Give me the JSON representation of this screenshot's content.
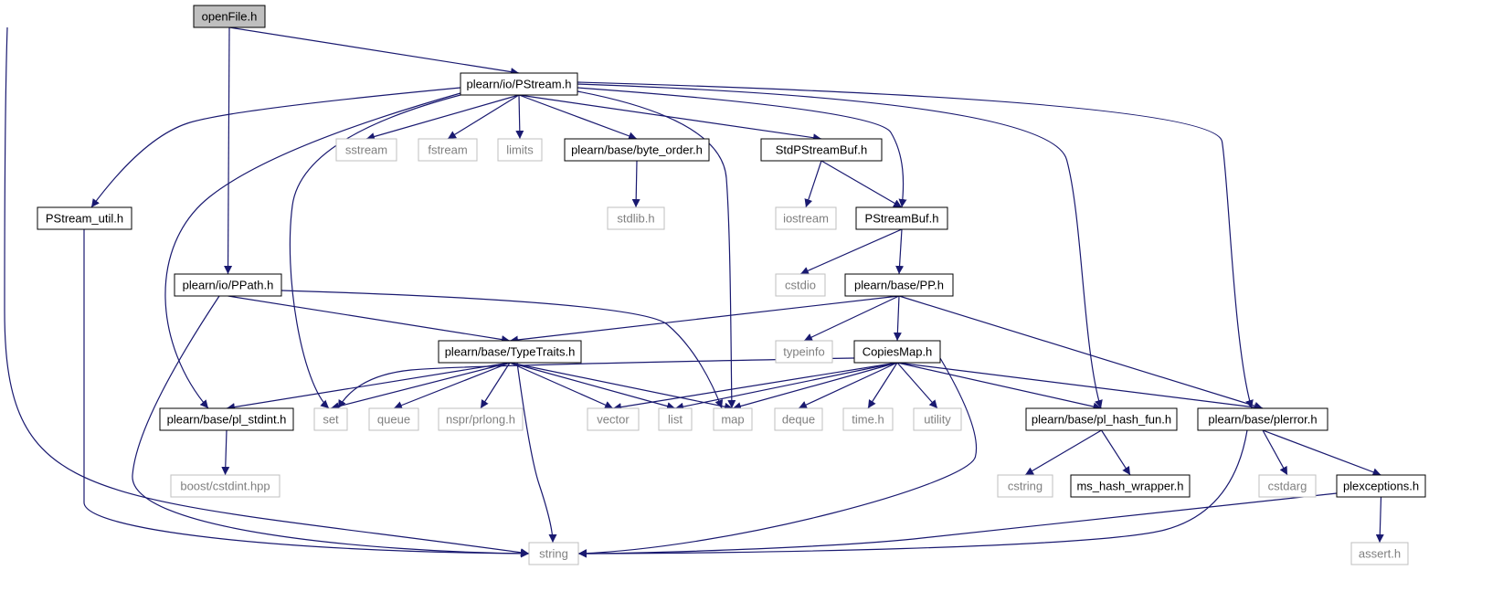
{
  "colors": {
    "edge": "#191970",
    "root_fill": "#bfbfbf",
    "project_border": "#000000",
    "external_border": "#bfbfbf",
    "external_text": "#7f7f7f"
  },
  "nodes": [
    {
      "id": "openFile",
      "label": "openFile.h",
      "kind": "root"
    },
    {
      "id": "PStream",
      "label": "plearn/io/PStream.h",
      "kind": "project"
    },
    {
      "id": "sstream",
      "label": "sstream",
      "kind": "external"
    },
    {
      "id": "fstream",
      "label": "fstream",
      "kind": "external"
    },
    {
      "id": "limits",
      "label": "limits",
      "kind": "external"
    },
    {
      "id": "byte_order",
      "label": "plearn/base/byte_order.h",
      "kind": "project"
    },
    {
      "id": "StdPStreamBuf",
      "label": "StdPStreamBuf.h",
      "kind": "project"
    },
    {
      "id": "stdlib",
      "label": "stdlib.h",
      "kind": "external"
    },
    {
      "id": "iostream",
      "label": "iostream",
      "kind": "external"
    },
    {
      "id": "PStreamBuf",
      "label": "PStreamBuf.h",
      "kind": "project"
    },
    {
      "id": "PStream_util",
      "label": "PStream_util.h",
      "kind": "project"
    },
    {
      "id": "PPath",
      "label": "plearn/io/PPath.h",
      "kind": "project"
    },
    {
      "id": "cstdio",
      "label": "cstdio",
      "kind": "external"
    },
    {
      "id": "PP",
      "label": "plearn/base/PP.h",
      "kind": "project"
    },
    {
      "id": "TypeTraits",
      "label": "plearn/base/TypeTraits.h",
      "kind": "project"
    },
    {
      "id": "typeinfo",
      "label": "typeinfo",
      "kind": "external"
    },
    {
      "id": "CopiesMap",
      "label": "CopiesMap.h",
      "kind": "project"
    },
    {
      "id": "pl_stdint",
      "label": "plearn/base/pl_stdint.h",
      "kind": "project"
    },
    {
      "id": "set",
      "label": "set",
      "kind": "external"
    },
    {
      "id": "queue",
      "label": "queue",
      "kind": "external"
    },
    {
      "id": "prlong",
      "label": "nspr/prlong.h",
      "kind": "external"
    },
    {
      "id": "vector",
      "label": "vector",
      "kind": "external"
    },
    {
      "id": "list",
      "label": "list",
      "kind": "external"
    },
    {
      "id": "map",
      "label": "map",
      "kind": "external"
    },
    {
      "id": "deque",
      "label": "deque",
      "kind": "external"
    },
    {
      "id": "time",
      "label": "time.h",
      "kind": "external"
    },
    {
      "id": "utility",
      "label": "utility",
      "kind": "external"
    },
    {
      "id": "pl_hash_fun",
      "label": "plearn/base/pl_hash_fun.h",
      "kind": "project"
    },
    {
      "id": "plerror",
      "label": "plearn/base/plerror.h",
      "kind": "project"
    },
    {
      "id": "cstdint",
      "label": "boost/cstdint.hpp",
      "kind": "external"
    },
    {
      "id": "cstring",
      "label": "cstring",
      "kind": "external"
    },
    {
      "id": "ms_hash_wrapper",
      "label": "ms_hash_wrapper.h",
      "kind": "project"
    },
    {
      "id": "cstdarg",
      "label": "cstdarg",
      "kind": "external"
    },
    {
      "id": "plexceptions",
      "label": "plexceptions.h",
      "kind": "project"
    },
    {
      "id": "string",
      "label": "string",
      "kind": "external"
    },
    {
      "id": "assert",
      "label": "assert.h",
      "kind": "external"
    }
  ],
  "edges": [
    [
      "openFile",
      "PStream"
    ],
    [
      "openFile",
      "PPath"
    ],
    [
      "openFile",
      "string"
    ],
    [
      "PStream",
      "PStream_util"
    ],
    [
      "PStream",
      "pl_stdint"
    ],
    [
      "PStream",
      "set"
    ],
    [
      "PStream",
      "sstream"
    ],
    [
      "PStream",
      "fstream"
    ],
    [
      "PStream",
      "limits"
    ],
    [
      "PStream",
      "byte_order"
    ],
    [
      "PStream",
      "map"
    ],
    [
      "PStream",
      "StdPStreamBuf"
    ],
    [
      "PStream",
      "PStreamBuf"
    ],
    [
      "PStream",
      "pl_hash_fun"
    ],
    [
      "PStream",
      "plerror"
    ],
    [
      "byte_order",
      "stdlib"
    ],
    [
      "StdPStreamBuf",
      "iostream"
    ],
    [
      "StdPStreamBuf",
      "PStreamBuf"
    ],
    [
      "PStreamBuf",
      "cstdio"
    ],
    [
      "PStreamBuf",
      "PP"
    ],
    [
      "PStream_util",
      "string"
    ],
    [
      "PPath",
      "TypeTraits"
    ],
    [
      "PPath",
      "map"
    ],
    [
      "PPath",
      "string"
    ],
    [
      "PP",
      "TypeTraits"
    ],
    [
      "PP",
      "typeinfo"
    ],
    [
      "PP",
      "CopiesMap"
    ],
    [
      "PP",
      "plerror"
    ],
    [
      "TypeTraits",
      "pl_stdint"
    ],
    [
      "TypeTraits",
      "set"
    ],
    [
      "TypeTraits",
      "queue"
    ],
    [
      "TypeTraits",
      "prlong"
    ],
    [
      "TypeTraits",
      "vector"
    ],
    [
      "TypeTraits",
      "list"
    ],
    [
      "TypeTraits",
      "map"
    ],
    [
      "TypeTraits",
      "string"
    ],
    [
      "CopiesMap",
      "set"
    ],
    [
      "CopiesMap",
      "vector"
    ],
    [
      "CopiesMap",
      "list"
    ],
    [
      "CopiesMap",
      "map"
    ],
    [
      "CopiesMap",
      "deque"
    ],
    [
      "CopiesMap",
      "time"
    ],
    [
      "CopiesMap",
      "utility"
    ],
    [
      "CopiesMap",
      "pl_hash_fun"
    ],
    [
      "CopiesMap",
      "plerror"
    ],
    [
      "CopiesMap",
      "string"
    ],
    [
      "pl_stdint",
      "cstdint"
    ],
    [
      "pl_hash_fun",
      "cstring"
    ],
    [
      "pl_hash_fun",
      "ms_hash_wrapper"
    ],
    [
      "plerror",
      "string"
    ],
    [
      "plerror",
      "cstdarg"
    ],
    [
      "plerror",
      "plexceptions"
    ],
    [
      "plexceptions",
      "string"
    ],
    [
      "plexceptions",
      "assert"
    ]
  ]
}
